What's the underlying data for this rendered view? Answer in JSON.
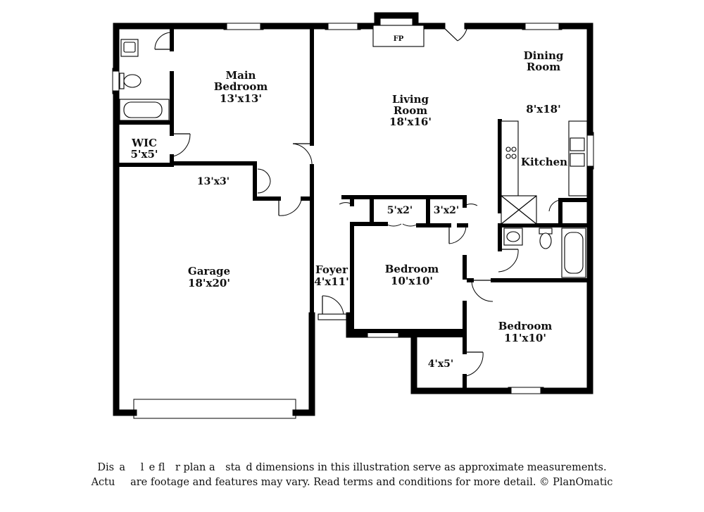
{
  "rooms": {
    "main_bedroom": {
      "name_line1": "Main",
      "name_line2": "Bedroom",
      "size": "13'x13'"
    },
    "living_room": {
      "name_line1": "Living",
      "name_line2": "Room",
      "size": "18'x16'"
    },
    "dining_room": {
      "name_line1": "Dining",
      "name_line2": "Room",
      "size": "8'x18'"
    },
    "kitchen": {
      "name": "Kitchen"
    },
    "wic": {
      "name": "WIC",
      "size": "5'x5'"
    },
    "hall_closet": {
      "size": "13'x3'"
    },
    "garage": {
      "name": "Garage",
      "size": "18'x20'"
    },
    "foyer": {
      "name": "Foyer",
      "size": "4'x11'"
    },
    "closet_a": {
      "size": "5'x2'"
    },
    "closet_b": {
      "size": "3'x2'"
    },
    "bedroom_2": {
      "name": "Bedroom",
      "size": "10'x10'"
    },
    "bedroom_3": {
      "name": "Bedroom",
      "size": "11'x10'"
    },
    "closet_c": {
      "size": "4'x5'"
    }
  },
  "fireplace": {
    "label": "FP"
  },
  "disclaimer": {
    "line1": "Dis a   l e fl  r plan a  sta d dimensions in this illustration serve as approximate measurements.",
    "line2": "Actu   are footage and features may vary. Read terms and conditions for more detail. © PlanOmatic"
  }
}
